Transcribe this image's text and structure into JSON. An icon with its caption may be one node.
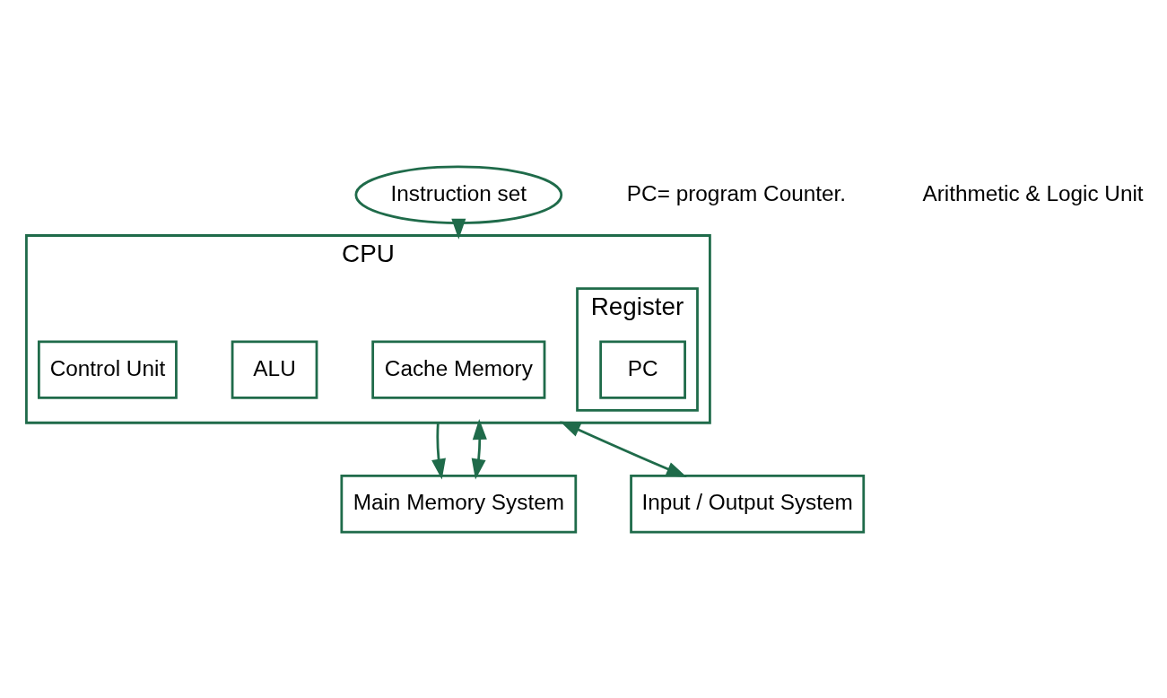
{
  "diagram": {
    "nodes": [
      {
        "text": [
          "Main Memory System"
        ]
      },
      {
        "text": [
          "CPU"
        ]
      },
      {
        "text": [
          "Cache Memory"
        ],
        "in": 1
      },
      {
        "text": [
          "Register"
        ],
        "in": 1
      },
      {
        "text": [
          "PC"
        ],
        "in": 3
      },
      {
        "text": [
          "ALU"
        ],
        "in": 1
      },
      {
        "text": [
          "Control Unit"
        ],
        "in": 1
      },
      {
        "text": [
          "Instruction set"
        ]
      },
      {
        "text": [
          "Input / Output System"
        ]
      }
    ],
    "edges": [
      {
        "from": 1,
        "to": 0,
        "arrow": "to"
      },
      {
        "from": 1,
        "to": 0,
        "arrow": "both"
      },
      {
        "from": 7,
        "to": 1,
        "arrow": "to"
      },
      {
        "from": 1,
        "to": 8,
        "arrow": "both"
      }
    ],
    "labels": [
      "PC= program Counter.",
      "Arithmetic & Logic Unit"
    ]
  }
}
